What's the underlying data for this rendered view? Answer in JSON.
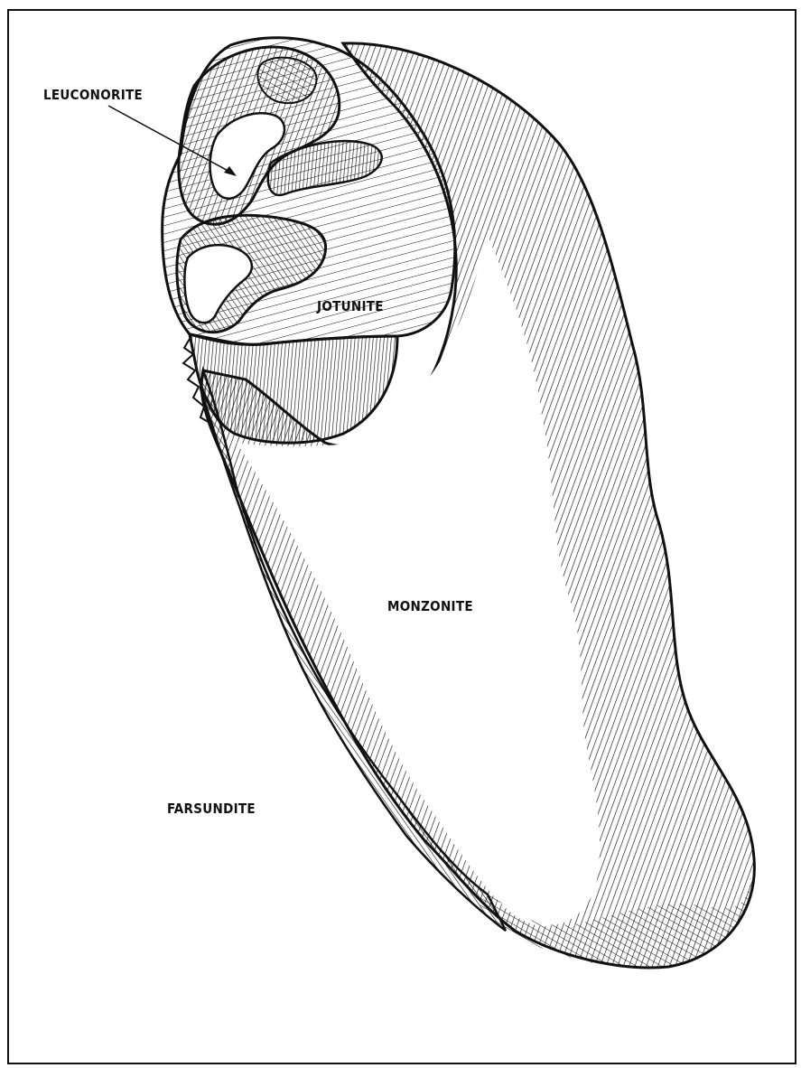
{
  "labels": {
    "leuconorite": "LEUCONORITE",
    "jotunite": "JOTUNITE",
    "monzonite": "MONZONITE",
    "farsundite": "FARSUNDITE"
  },
  "colors": {
    "ink": "#111111",
    "paper": "#ffffff"
  }
}
